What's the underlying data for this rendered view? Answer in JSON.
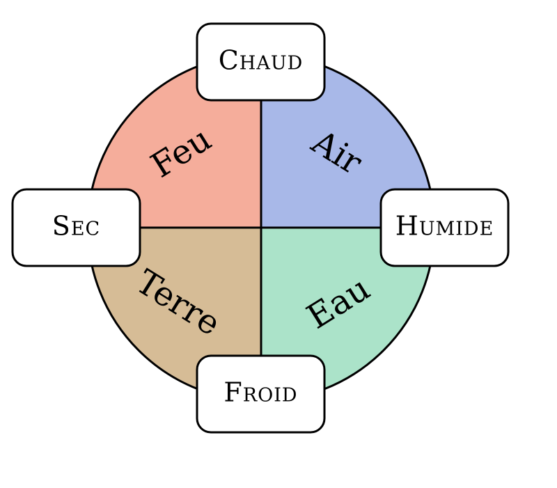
{
  "elements": {
    "fire": {
      "label": "Feu",
      "color": "#f5ad9b"
    },
    "air": {
      "label": "Air",
      "color": "#a8b8e8"
    },
    "earth": {
      "label": "Terre",
      "color": "#d6bc96"
    },
    "water": {
      "label": "Eau",
      "color": "#abe3c9"
    }
  },
  "qualities": {
    "top": "Chaud",
    "left": "Sec",
    "right": "Humide",
    "bottom": "Froid"
  },
  "stroke_color": "#000000"
}
